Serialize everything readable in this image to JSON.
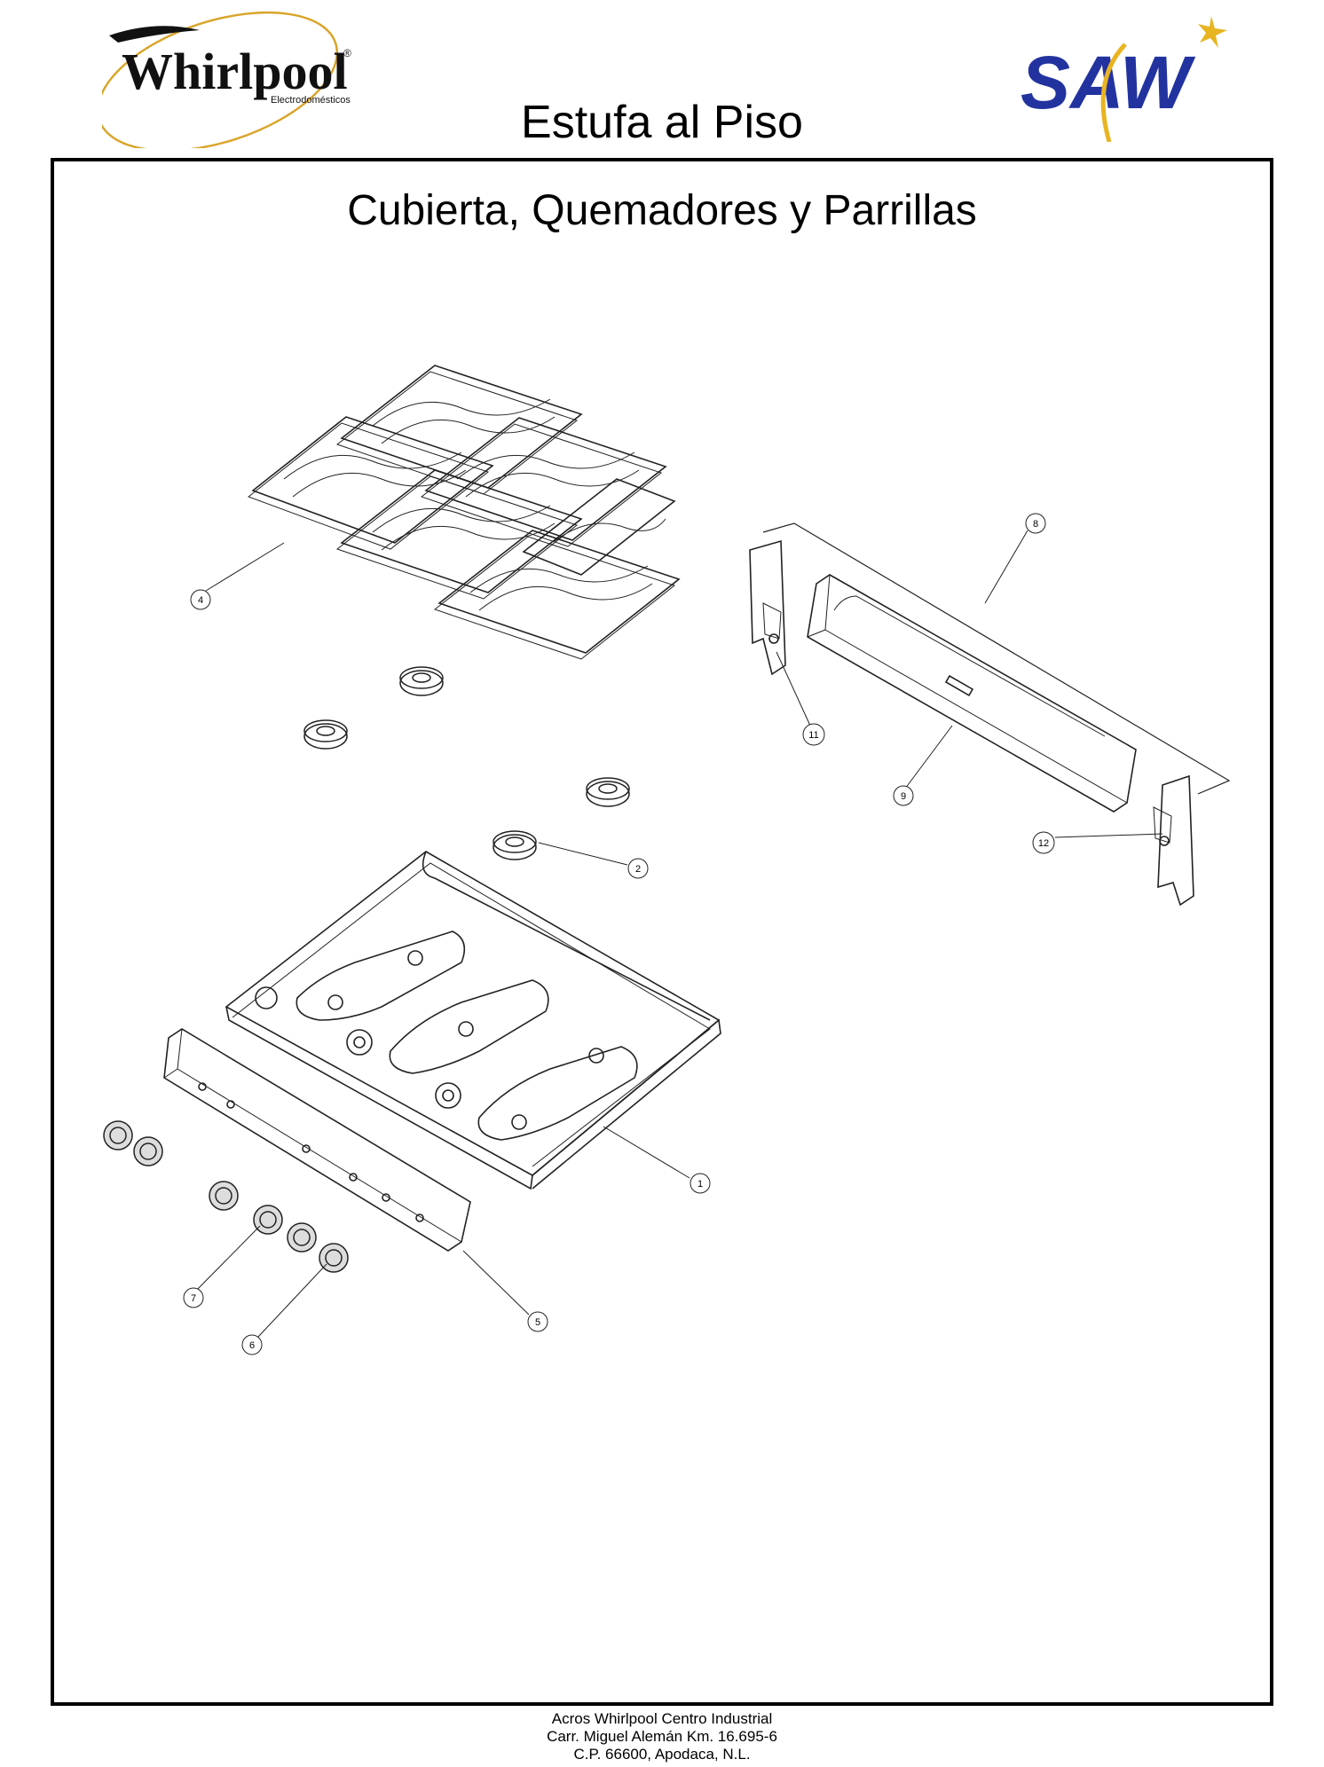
{
  "header": {
    "brand_left": {
      "name": "Whirlpool",
      "reg": "®",
      "sub": "Electrodomésticos"
    },
    "brand_right": {
      "name": "SAW"
    },
    "title": "Estufa al Piso"
  },
  "section": {
    "title": "Cubierta, Quemadores y Parrillas"
  },
  "callouts": [
    "1",
    "2",
    "4",
    "5",
    "6",
    "7",
    "8",
    "9",
    "11",
    "12"
  ],
  "footer": {
    "lines": [
      "Acros Whirlpool Centro Industrial",
      "Carr. Miguel Alemán Km. 16.695-6",
      "C.P. 66600, Apodaca, N.L."
    ]
  }
}
